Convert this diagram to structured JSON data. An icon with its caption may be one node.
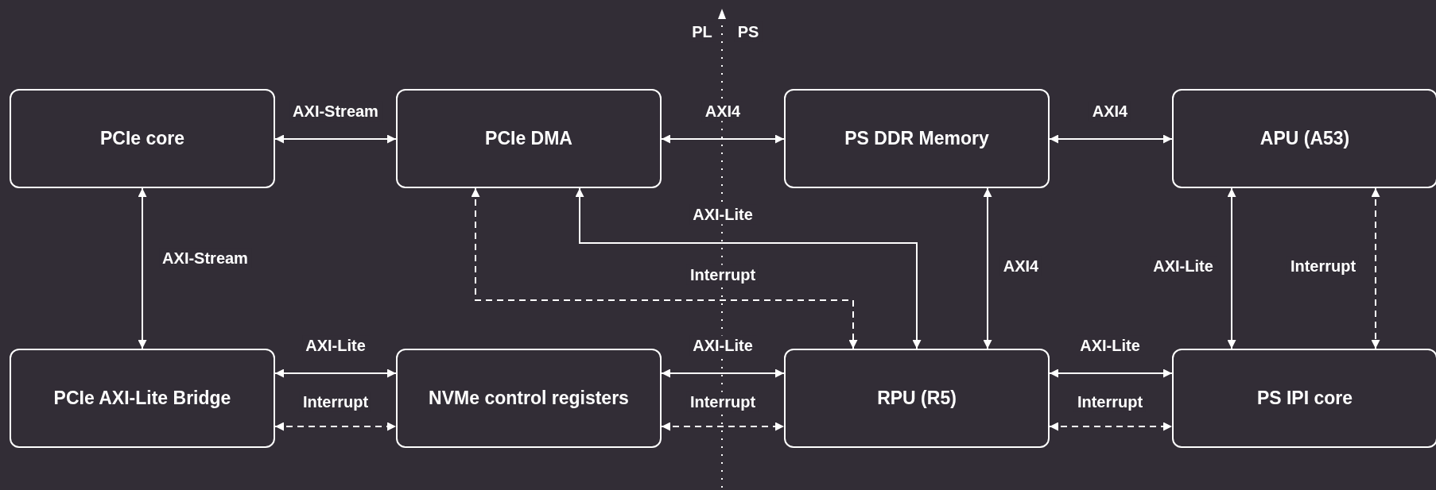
{
  "diagram": {
    "nodes": [
      {
        "text": [
          "PCIe core"
        ]
      },
      {
        "text": [
          "PCIe DMA"
        ]
      },
      {
        "text": [
          "PS DDR Memory"
        ]
      },
      {
        "text": [
          "APU (A53)"
        ]
      },
      {
        "text": [
          "PCIe AXI-Lite Bridge"
        ]
      },
      {
        "text": [
          "NVMe control registers"
        ]
      },
      {
        "text": [
          "RPU (R5)"
        ]
      },
      {
        "text": [
          "PS IPI core"
        ]
      }
    ],
    "edges": [
      {
        "from": 0,
        "to": 1,
        "arrow": "both",
        "label": "AXI-Stream"
      },
      {
        "from": 1,
        "to": 2,
        "arrow": "both",
        "label": "AXI4"
      },
      {
        "from": 2,
        "to": 3,
        "arrow": "both",
        "label": "AXI4"
      },
      {
        "from": 0,
        "to": 4,
        "arrow": "both",
        "label": "AXI-Stream"
      },
      {
        "from": 1,
        "to": 6,
        "arrow": "both",
        "label": "AXI-Lite"
      },
      {
        "from": 1,
        "to": 6,
        "arrow": "both",
        "label": "Interrupt",
        "style": "dashed"
      },
      {
        "from": 2,
        "to": 6,
        "arrow": "both",
        "label": "AXI4"
      },
      {
        "from": 3,
        "to": 7,
        "arrow": "both",
        "label": "AXI-Lite"
      },
      {
        "from": 3,
        "to": 7,
        "arrow": "both",
        "label": "Interrupt",
        "style": "dashed"
      },
      {
        "from": 4,
        "to": 5,
        "arrow": "both",
        "label": "AXI-Lite"
      },
      {
        "from": 4,
        "to": 5,
        "arrow": "both",
        "label": "Interrupt",
        "style": "dashed"
      },
      {
        "from": 5,
        "to": 6,
        "arrow": "both",
        "label": "AXI-Lite"
      },
      {
        "from": 5,
        "to": 6,
        "arrow": "both",
        "label": "Interrupt",
        "style": "dashed"
      },
      {
        "from": 6,
        "to": 7,
        "arrow": "both",
        "label": "AXI-Lite"
      },
      {
        "from": 6,
        "to": 7,
        "arrow": "both",
        "label": "Interrupt",
        "style": "dashed"
      }
    ],
    "labels": [
      "PL",
      "PS"
    ]
  }
}
